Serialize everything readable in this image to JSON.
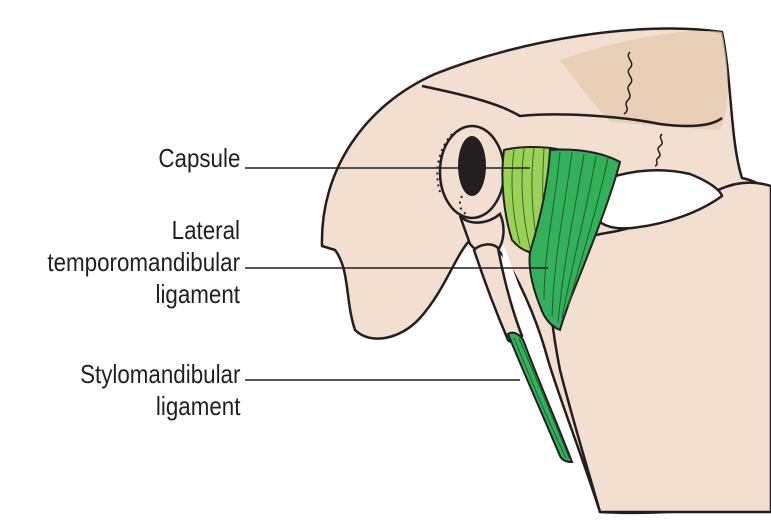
{
  "labels": {
    "capsule": [
      "Capsule"
    ],
    "lateral_ligament": [
      "Lateral",
      "temporomandibular",
      "ligament"
    ],
    "stylomandibular_ligament": [
      "Stylomandibular",
      "ligament"
    ]
  },
  "colors": {
    "bone": "#f2dfcf",
    "bone_shadow": "#e6cbb3",
    "outline": "#231f20",
    "capsule_fill": "#9bd35a",
    "ligament_fill": "#33b15a",
    "ligament_dark": "#1f8f45",
    "leader_line": "#231f20",
    "background": "#ffffff"
  }
}
